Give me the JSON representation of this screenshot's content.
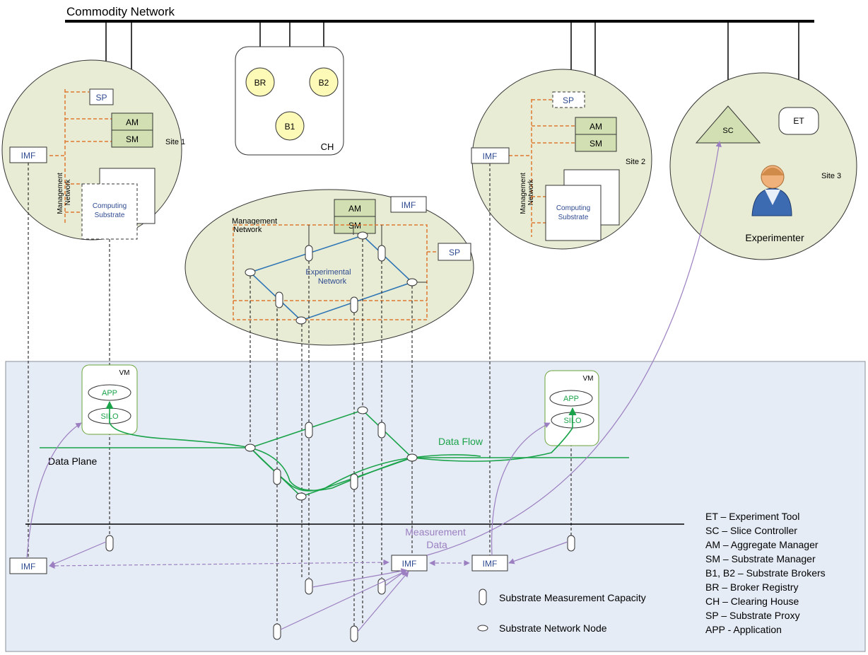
{
  "commodity_network": "Commodity Network",
  "sites": {
    "site1": {
      "label": "Site 1",
      "mgmt_line1": "Management",
      "mgmt_line2": "Network",
      "comp_line1": "Computing",
      "comp_line2": "Substrate"
    },
    "site2": {
      "label": "Site 2",
      "mgmt_line1": "Management",
      "mgmt_line2": "Network",
      "comp_line1": "Computing",
      "comp_line2": "Substrate"
    },
    "site3": {
      "label": "Site 3",
      "experimenter": "Experimenter"
    }
  },
  "clearing_house": {
    "label": "CH",
    "br": "BR",
    "b1": "B1",
    "b2": "B2"
  },
  "boxes": {
    "sp": "SP",
    "am": "AM",
    "sm": "SM",
    "imf": "IMF",
    "sc": "SC",
    "et": "ET",
    "vm": "VM",
    "app": "APP",
    "silo": "SILO"
  },
  "center": {
    "mgmt_line1": "Management",
    "mgmt_line2": "Network",
    "exp_line1": "Experimental",
    "exp_line2": "Network"
  },
  "lower": {
    "data_plane": "Data Plane",
    "data_flow": "Data Flow",
    "meas_line1": "Measurement",
    "meas_line2": "Data"
  },
  "legend_symbols": {
    "capacity": "Substrate Measurement Capacity",
    "node": "Substrate Network Node"
  },
  "legend": [
    "ET – Experiment Tool",
    "SC – Slice Controller",
    "AM – Aggregate Manager",
    "SM – Substrate Manager",
    "B1, B2 – Substrate Brokers",
    "BR – Broker Registry",
    "CH – Clearing House",
    "SP – Substrate Proxy",
    "APP - Application"
  ],
  "colors": {
    "site_fill": "#e9ecd4",
    "am_sm_fill": "#d2dfb2",
    "broker_fill": "#fdfab8",
    "lower_fill": "#e6ecf6",
    "mgmt_orange": "#e0782e",
    "exp_blue": "#2e75b6",
    "flow_green": "#1aa34a",
    "purple": "#9b7fc0"
  }
}
